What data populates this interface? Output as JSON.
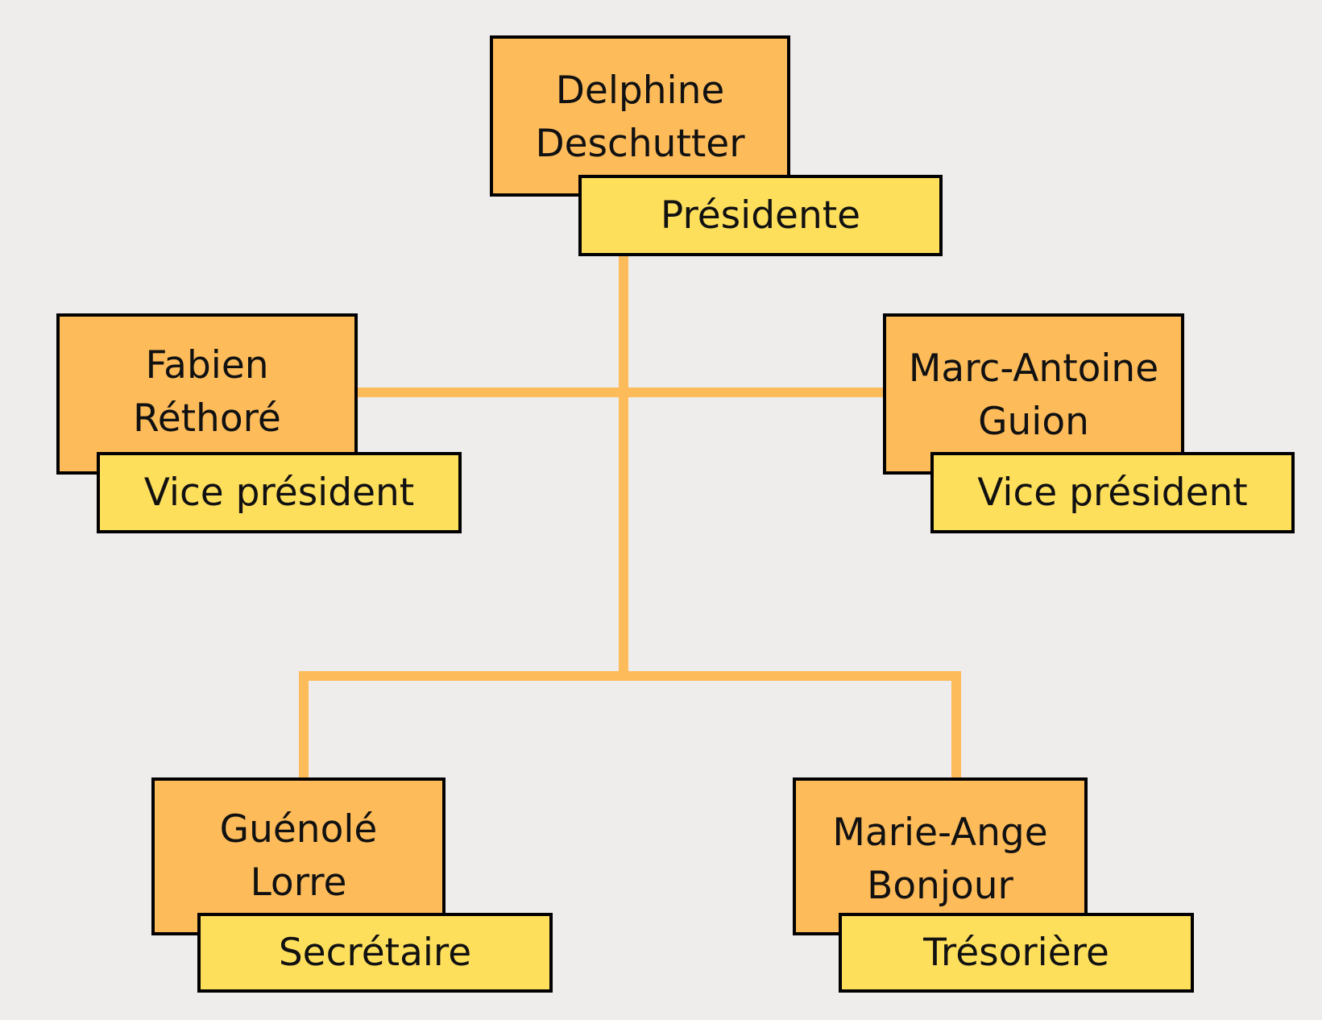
{
  "colors": {
    "background": "#EFECEC",
    "name_fill": "#FDBB5A",
    "role_fill": "#FEDF5C",
    "connector": "#FDBB5A",
    "border": "#000000"
  },
  "nodes": {
    "president": {
      "first": "Delphine",
      "last": "Deschutter",
      "role": "Présidente"
    },
    "vp_left": {
      "first": "Fabien",
      "last": "Réthoré",
      "role": "Vice président"
    },
    "vp_right": {
      "first": "Marc-Antoine",
      "last": "Guion",
      "role": "Vice président"
    },
    "secretary": {
      "first": "Guénolé",
      "last": "Lorre",
      "role": "Secrétaire"
    },
    "treasurer": {
      "first": "Marie-Ange",
      "last": "Bonjour",
      "role": "Trésorière"
    }
  }
}
